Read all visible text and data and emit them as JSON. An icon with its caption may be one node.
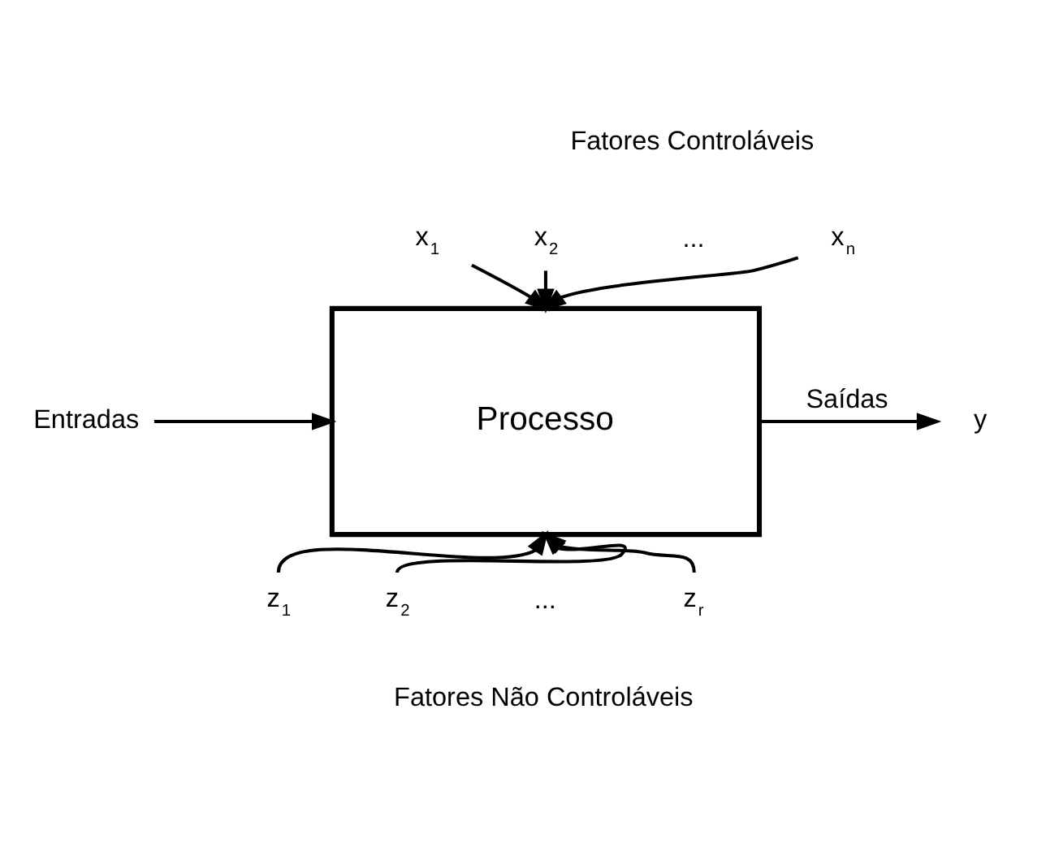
{
  "diagram": {
    "nodes": [
      {
        "text": [
          "Processo"
        ]
      },
      {
        "text": [
          "x$_{1}$"
        ]
      },
      {
        "text": [
          "x$_{2}$"
        ]
      },
      {
        "text": [
          "x$_{n}$"
        ]
      },
      {
        "text": [
          "z$_{1}$"
        ]
      },
      {
        "text": [
          "z$_{2}$"
        ]
      },
      {
        "text": [
          "z$_{r}$"
        ]
      },
      {
        "text": [
          "Entradas"
        ]
      },
      {
        "text": [
          "y"
        ]
      }
    ],
    "edges": [
      {
        "from": 1,
        "to": 0,
        "arrow": "to"
      },
      {
        "from": 2,
        "to": 0,
        "arrow": "to"
      },
      {
        "from": 3,
        "to": 0,
        "arrow": "to"
      },
      {
        "from": 4,
        "to": 0,
        "arrow": "to"
      },
      {
        "from": 5,
        "to": 0,
        "arrow": "to"
      },
      {
        "from": 6,
        "to": 0,
        "arrow": "to"
      },
      {
        "from": 7,
        "to": 0,
        "arrow": "to"
      },
      {
        "from": 0,
        "to": 8,
        "arrow": "to",
        "label": "Saídas"
      }
    ],
    "labels": [
      "Fatores Controláveis",
      "...",
      "...",
      "Fatores Não Controláveis"
    ]
  }
}
